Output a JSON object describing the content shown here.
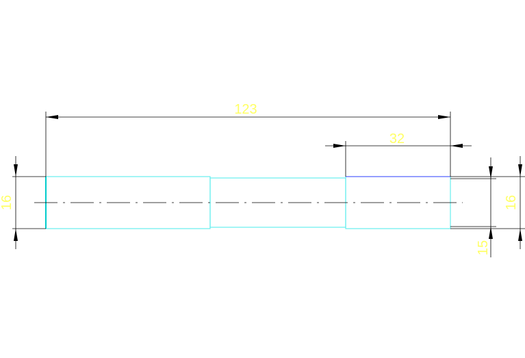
{
  "colors": {
    "background": "#ffffff",
    "part_outline": "#66eeee",
    "dimension_line": "#000000",
    "dimension_text": "#ffff66",
    "center_line": "#000000",
    "top_edge_accent": "#6666ff"
  },
  "dimensions": {
    "overall_length": "123",
    "step_length": "32",
    "left_diameter": "16",
    "right_diameter": "16",
    "right_small": "15"
  }
}
